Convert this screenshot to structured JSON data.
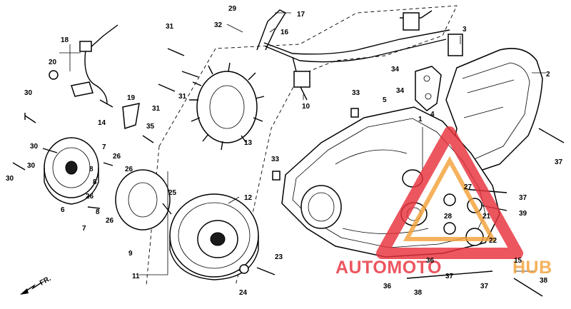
{
  "diagram": {
    "parts": [
      "1",
      "2",
      "3",
      "4",
      "5",
      "6",
      "7",
      "8",
      "9",
      "10",
      "11",
      "12",
      "13",
      "14",
      "15",
      "16",
      "17",
      "18",
      "19",
      "20",
      "21",
      "22",
      "23",
      "24",
      "25",
      "26",
      "27",
      "28",
      "29",
      "30",
      "31",
      "32",
      "33",
      "34",
      "35",
      "36",
      "37",
      "38",
      "39"
    ],
    "front_arrow_label": "FR."
  },
  "watermark": {
    "part1": "AUTOMOTO",
    "part2": "HUB",
    "color_red": "#e8323c",
    "color_orange": "#f3a23a"
  }
}
